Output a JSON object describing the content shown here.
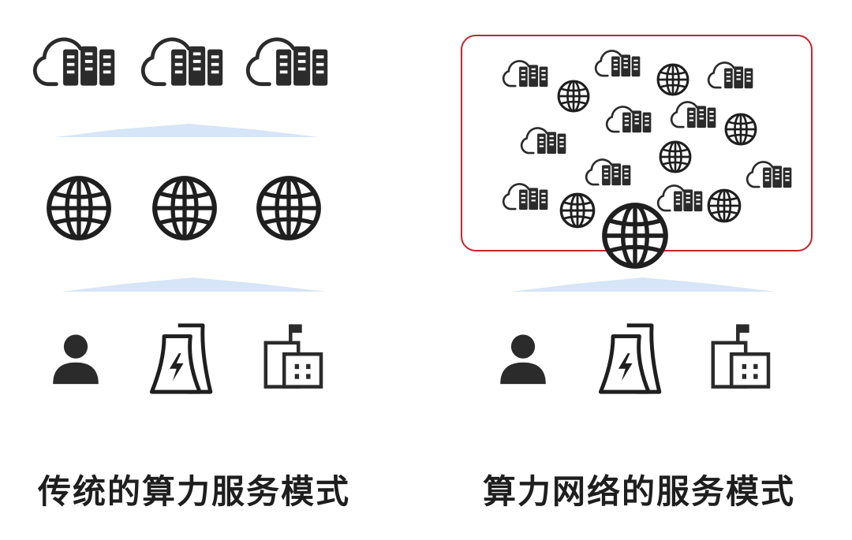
{
  "colors": {
    "icon": "#2b2b2b",
    "frame": "#c0282d",
    "connector": "#d6e5f7"
  },
  "traditional": {
    "caption": "传统的算力服务模式",
    "resource_layer": {
      "icon": "cloud-server-icon",
      "count": 3
    },
    "network_layer": {
      "icon": "globe-icon",
      "count": 3
    },
    "user_layer": {
      "icons": [
        "user-icon",
        "power-plant-icon",
        "factory-building-icon"
      ]
    }
  },
  "computing_network": {
    "caption": "算力网络的服务模式",
    "resource_pool": {
      "cloud_server_count": 10,
      "globe_count": 7
    },
    "hub": {
      "icon": "globe-icon"
    },
    "user_layer": {
      "icons": [
        "user-icon",
        "power-plant-icon",
        "factory-building-icon"
      ]
    }
  }
}
